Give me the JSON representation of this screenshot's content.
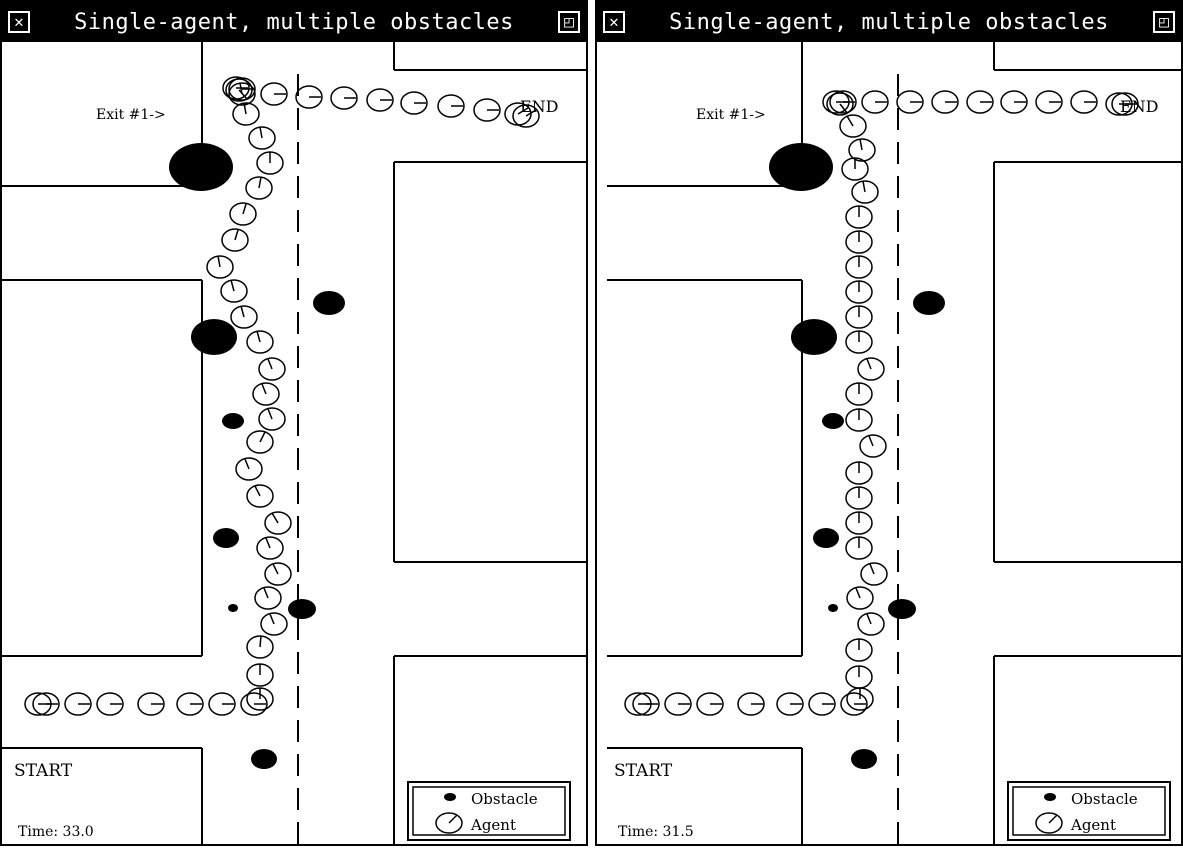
{
  "windows": [
    {
      "title": "Single-agent, multiple obstacles",
      "close_icon": "close-box-icon",
      "resize_icon": "resize-icon",
      "labels": {
        "exit": "Exit #1->",
        "end": "END",
        "start": "START",
        "time": "Time:  33.0"
      },
      "legend": {
        "obstacle": "Obstacle",
        "agent": "Agent"
      }
    },
    {
      "title": "Single-agent, multiple obstacles",
      "close_icon": "close-box-icon",
      "resize_icon": "resize-icon",
      "labels": {
        "exit": "Exit #1->",
        "end": "END",
        "start": "START",
        "time": "Time:  31.5"
      },
      "legend": {
        "obstacle": "Obstacle",
        "agent": "Agent"
      }
    }
  ]
}
